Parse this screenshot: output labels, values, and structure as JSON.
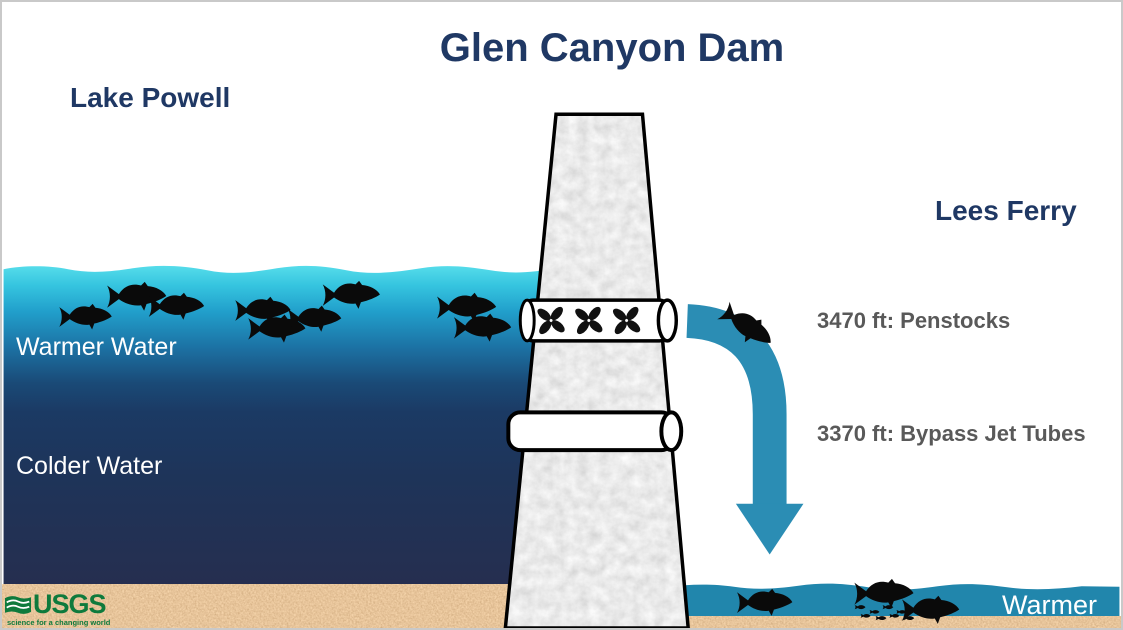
{
  "title": {
    "text": "Glen Canyon Dam"
  },
  "labels": {
    "lake_powell": "Lake Powell",
    "lees_ferry": "Lees Ferry",
    "warmer_water": "Warmer Water",
    "colder_water": "Colder Water",
    "penstocks": "3470 ft: Penstocks",
    "bypass_jet_tubes": "3370 ft: Bypass Jet Tubes",
    "tailwater_warmer": "Warmer"
  },
  "logo": {
    "acronym": "USGS",
    "tagline": "science for a changing world"
  },
  "icons": {
    "fish": "bass-silhouette-icon",
    "minnow": "small-fish-icon",
    "propeller": "turbine-propeller-icon",
    "arrow": "flow-arrow-down",
    "usgs_mark": "usgs-wave-icon"
  },
  "figures": {
    "lake_fish_count": 9,
    "arrow_fish_count": 1,
    "tailwater_fish_count": 3,
    "tailwater_minnow_count": 8,
    "propeller_count": 3
  },
  "colors": {
    "heading_navy": "#1F3864",
    "elevation_gray": "#595959",
    "water_surface_cyan": "#55DCEA",
    "water_deep_navy": "#262E4F",
    "tailwater_teal": "#2186AC",
    "arrow_teal": "#2B8DB4",
    "dam_gray": "#D9D9D9",
    "sand_brown": "#C08550",
    "usgs_green": "#0E7A3C",
    "outline_black": "#000000"
  }
}
